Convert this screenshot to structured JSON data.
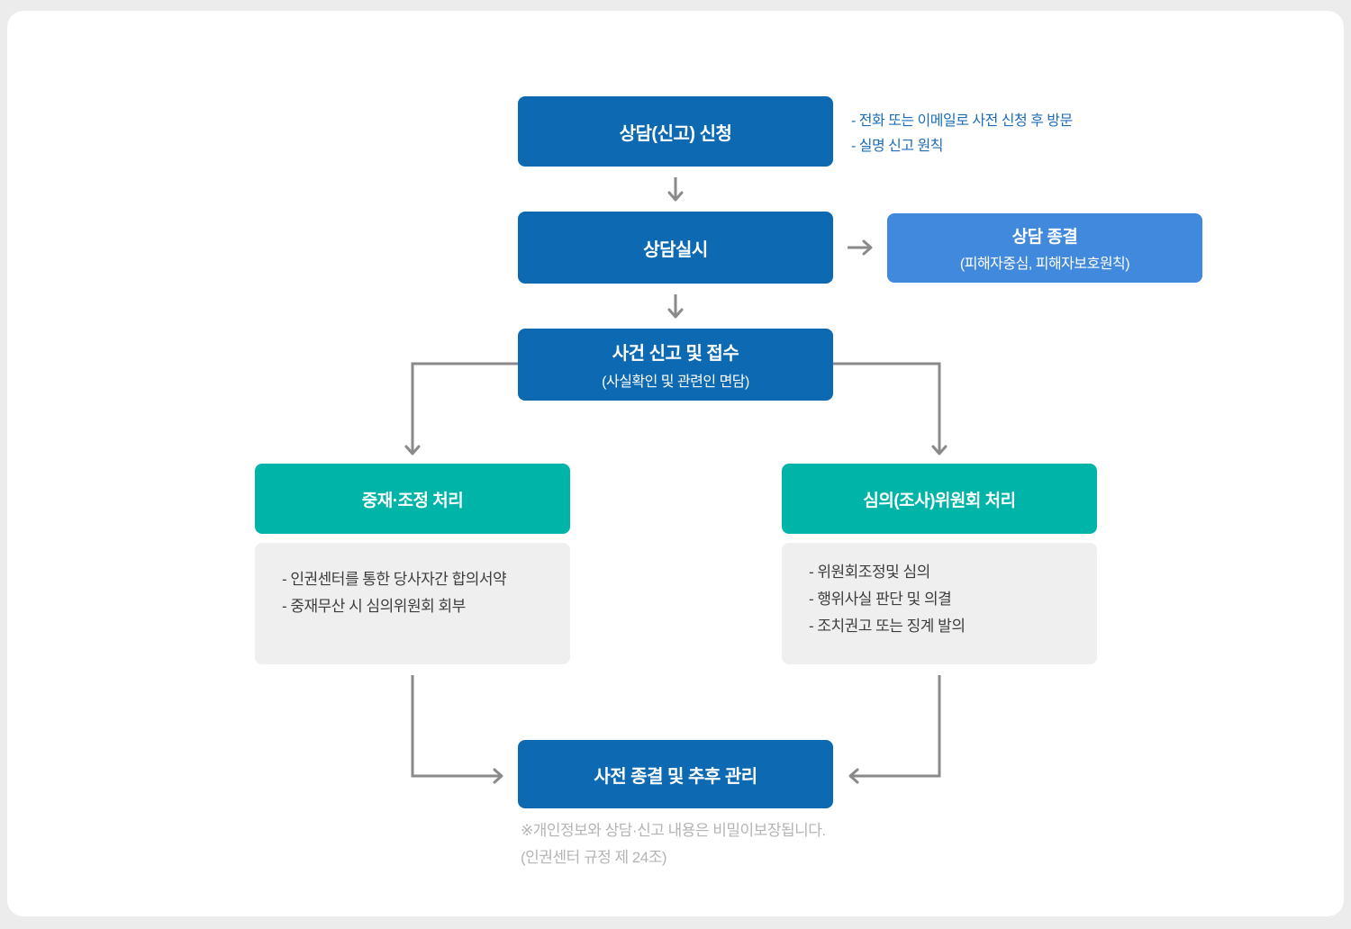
{
  "colors": {
    "primary_blue": "#0d6ab2",
    "light_blue": "#4189dc",
    "teal": "#00b4a8",
    "gray_box": "#efefef",
    "arrow_gray": "#8a8a8a",
    "note_blue": "#1c6cb8",
    "footnote_gray": "#b4b4b4"
  },
  "flow": {
    "apply": {
      "title": "상담(신고) 신청",
      "notes": [
        "- 전화 또는 이메일로 사전 신청 후 방문",
        "- 실명 신고 원칙"
      ]
    },
    "conduct": {
      "title": "상담실시"
    },
    "close": {
      "title": "상담 종결",
      "subtitle": "(피해자중심, 피해자보호원칙)"
    },
    "report": {
      "title": "사건 신고 및 접수",
      "subtitle": "(사실확인 및 관련인 면담)"
    },
    "mediation": {
      "title": "중재·조정 처리",
      "details": [
        "- 인권센터를 통한 당사자간 합의서약",
        "- 중재무산 시 심의위원회 회부"
      ]
    },
    "committee": {
      "title": "심의(조사)위원회 처리",
      "details": [
        "- 위원회조정및 심의",
        "- 행위사실 판단 및 의결",
        "- 조치권고 또는 징계 발의"
      ]
    },
    "final": {
      "title": "사전 종결 및 추후 관리"
    },
    "footnote": [
      "※개인정보와 상담·신고 내용은 비밀이보장됩니다.",
      "(인권센터 규정 제 24조)"
    ]
  }
}
